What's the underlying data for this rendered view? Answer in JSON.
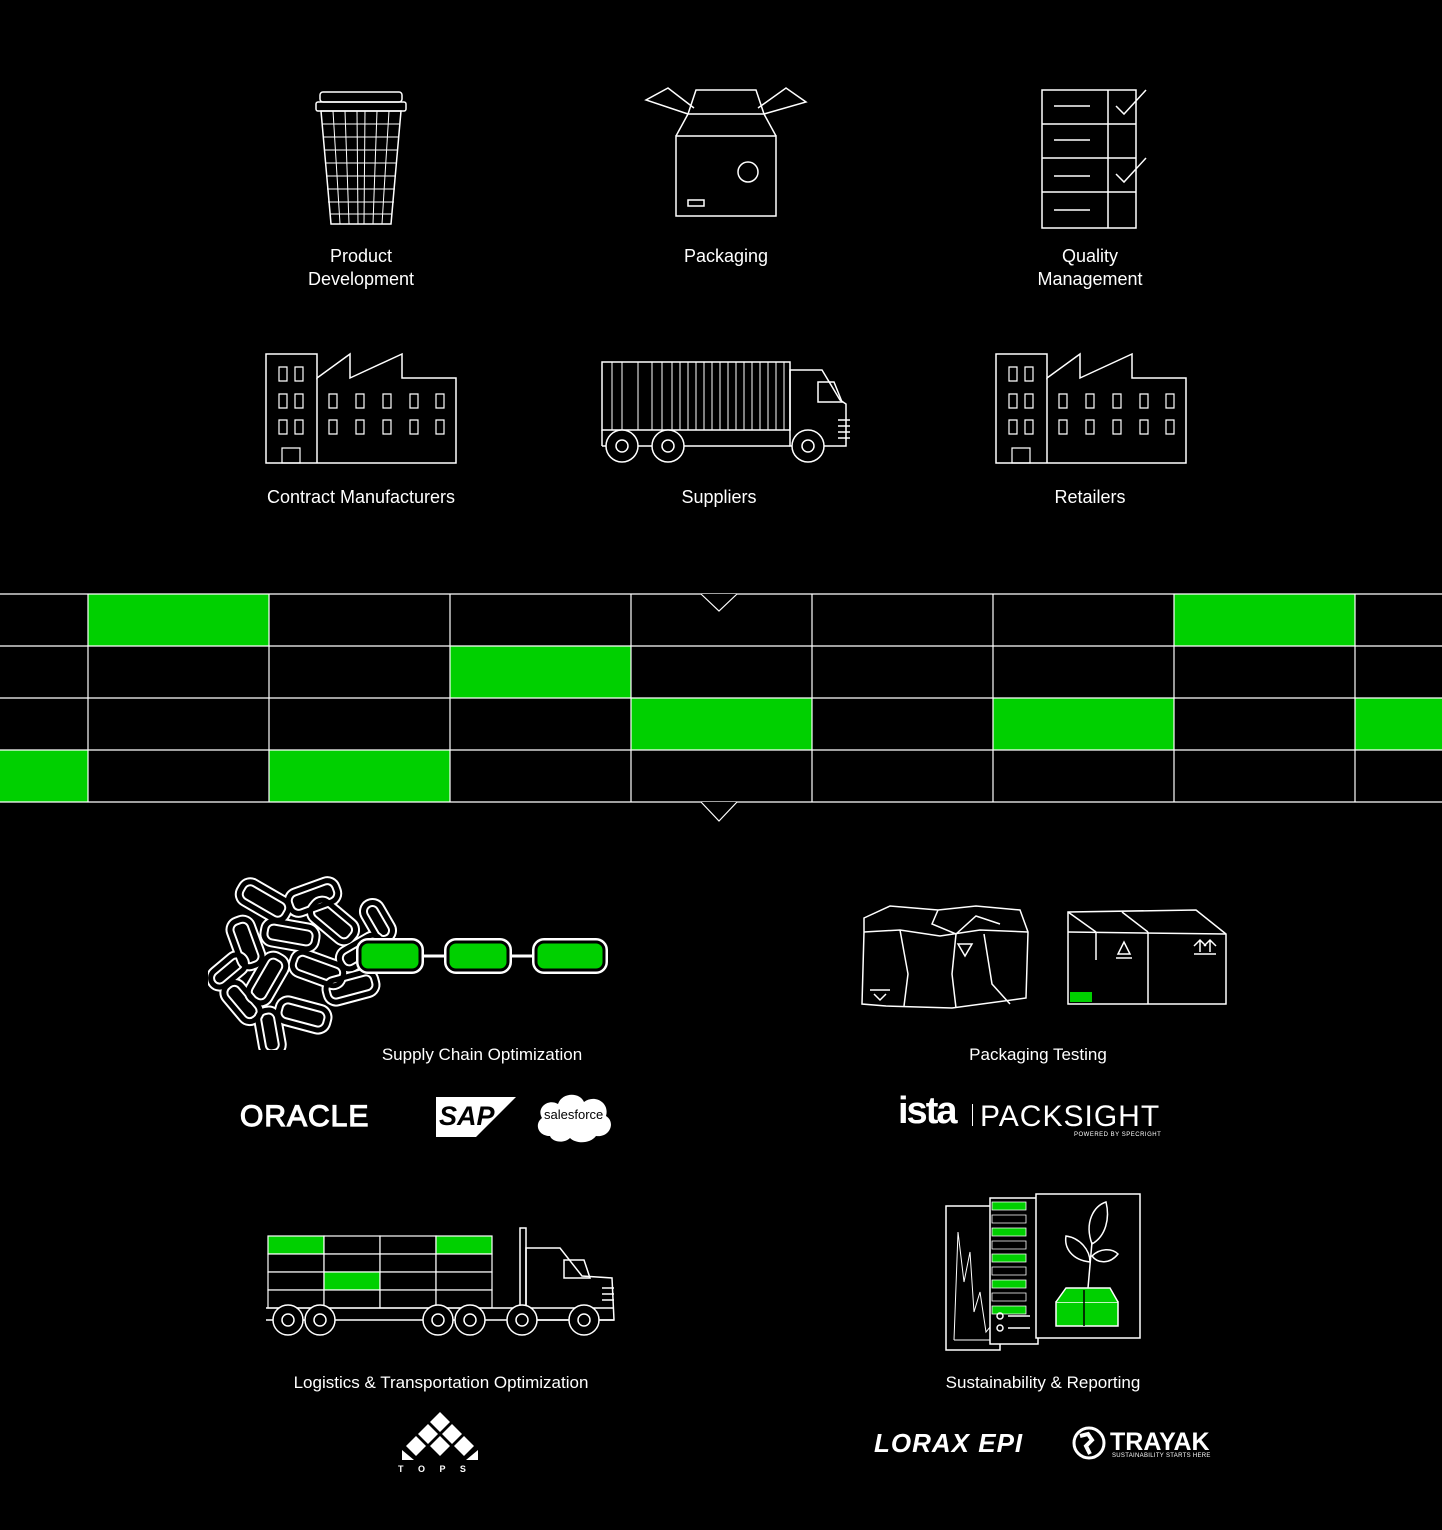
{
  "top_nodes": [
    {
      "label": "Product\nDevelopment",
      "icon": "cup-icon"
    },
    {
      "label": "Packaging",
      "icon": "open-box-icon"
    },
    {
      "label": "Quality\nManagement",
      "icon": "checklist-icon"
    },
    {
      "label": "Contract Manufacturers",
      "icon": "factory-icon"
    },
    {
      "label": "Suppliers",
      "icon": "truck-icon"
    },
    {
      "label": "Retailers",
      "icon": "factory-icon"
    }
  ],
  "grid": {
    "accent": "#00d000",
    "rows": [
      [
        0,
        1,
        0,
        0,
        0,
        0,
        0,
        1,
        0
      ],
      [
        0,
        0,
        0,
        1,
        0,
        0,
        0,
        0,
        0
      ],
      [
        0,
        0,
        0,
        0,
        1,
        0,
        1,
        0,
        1
      ],
      [
        1,
        0,
        1,
        0,
        0,
        0,
        0,
        0,
        0
      ]
    ]
  },
  "solutions": [
    {
      "label": "Supply Chain Optimization",
      "icon": "chain-icon",
      "partners": [
        "ORACLE",
        "SAP",
        "salesforce"
      ]
    },
    {
      "label": "Packaging Testing",
      "icon": "boxes-icon",
      "partners": [
        "ista",
        "PACKSIGHT",
        "POWERED BY SPECRIGHT"
      ]
    },
    {
      "label": "Logistics & Transportation Optimization",
      "icon": "semi-truck-icon",
      "partners": [
        "T O P S"
      ]
    },
    {
      "label": "Sustainability & Reporting",
      "icon": "report-plant-icon",
      "partners": [
        "LORAX EPI",
        "TRAYAK",
        "SUSTAINABILITY STARTS HERE"
      ]
    }
  ]
}
